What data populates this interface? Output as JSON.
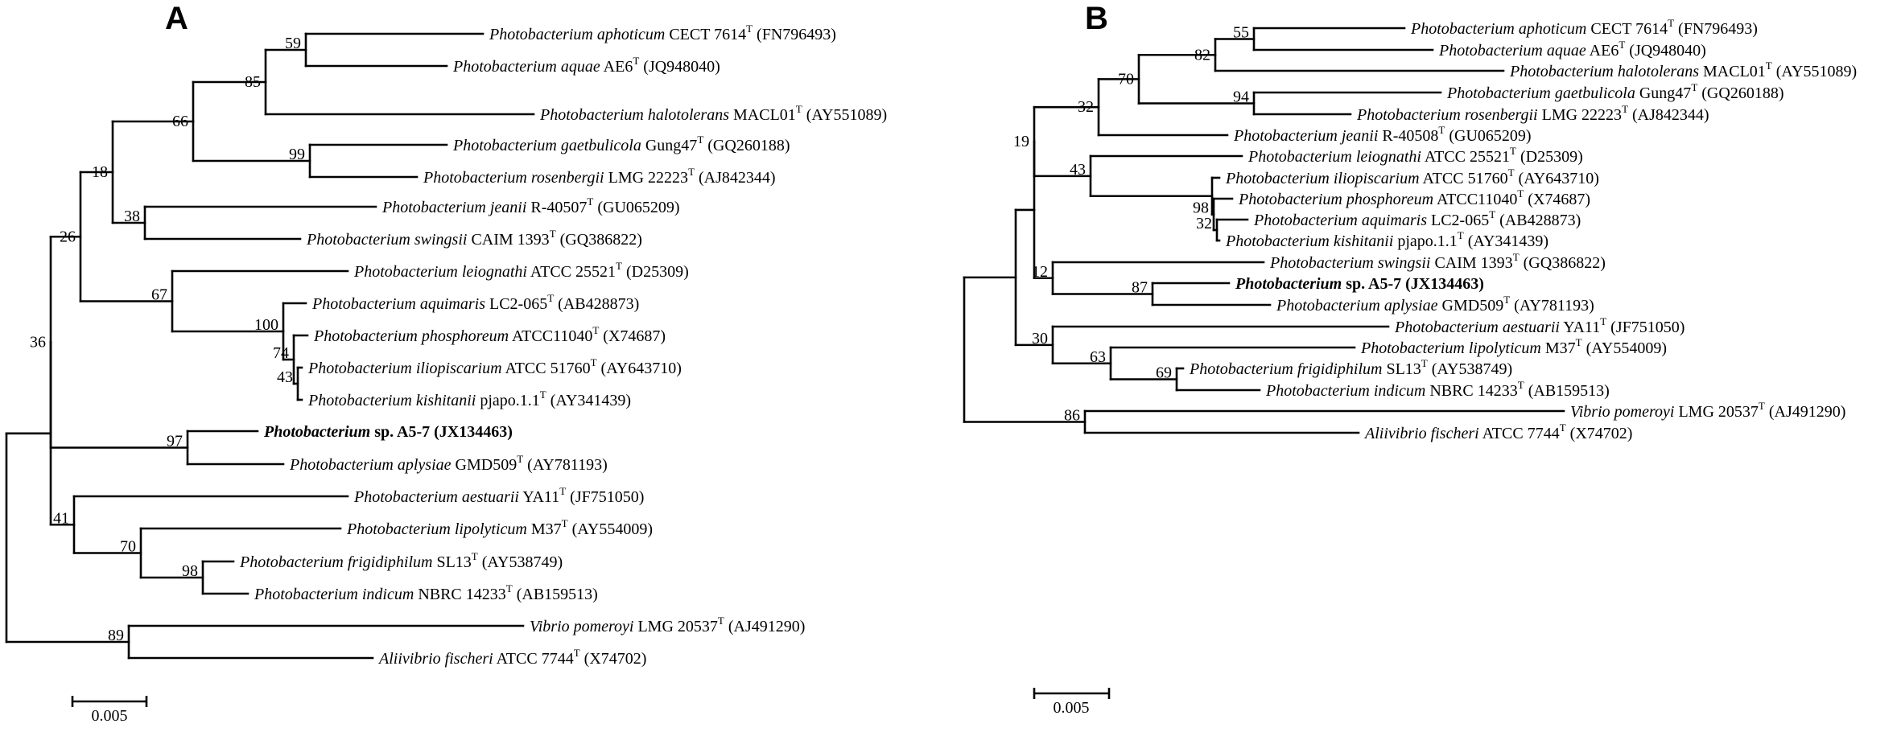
{
  "panels": [
    {
      "letter": "A",
      "scale_label": "0.005",
      "taxa": [
        {
          "genus": "Photobacterium",
          "species": "aphoticum",
          "strain": "CECT 7614",
          "acc": "(FN796493)"
        },
        {
          "genus": "Photobacterium",
          "species": "aquae",
          "strain": "AE6",
          "acc": "(JQ948040)"
        },
        {
          "genus": "Photobacterium",
          "species": "halotolerans",
          "strain": "MACL01",
          "acc": "(AY551089)"
        },
        {
          "genus": "Photobacterium",
          "species": "gaetbulicola",
          "strain": "Gung47",
          "acc": "(GQ260188)"
        },
        {
          "genus": "Photobacterium",
          "species": "rosenbergii",
          "strain": "LMG 22223",
          "acc": "(AJ842344)"
        },
        {
          "genus": "Photobacterium",
          "species": "jeanii",
          "strain": "R-40507",
          "acc": "(GU065209)"
        },
        {
          "genus": "Photobacterium",
          "species": "swingsii",
          "strain": "CAIM 1393",
          "acc": "(GQ386822)"
        },
        {
          "genus": "Photobacterium",
          "species": "leiognathi",
          "strain": "ATCC 25521",
          "acc": "(D25309)"
        },
        {
          "genus": "Photobacterium",
          "species": "aquimaris",
          "strain": "LC2-065",
          "acc": "(AB428873)"
        },
        {
          "genus": "Photobacterium",
          "species": "phosphoreum",
          "strain": "ATCC11040",
          "acc": "(X74687)"
        },
        {
          "genus": "Photobacterium",
          "species": "iliopiscarium",
          "strain": "ATCC 51760",
          "acc": "(AY643710)"
        },
        {
          "genus": "Photobacterium",
          "species": "kishitanii",
          "strain": "pjapo.1.1",
          "acc": "(AY341439)"
        },
        {
          "genus": "Photobacterium",
          "species": "",
          "strain": "sp. A5-7",
          "acc": "(JX134463)",
          "bold": true
        },
        {
          "genus": "Photobacterium",
          "species": "aplysiae",
          "strain": "GMD509",
          "acc": "(AY781193)"
        },
        {
          "genus": "Photobacterium",
          "species": "aestuarii",
          "strain": "YA11",
          "acc": "(JF751050)"
        },
        {
          "genus": "Photobacterium",
          "species": "lipolyticum",
          "strain": "M37",
          "acc": "(AY554009)"
        },
        {
          "genus": "Photobacterium",
          "species": "frigidiphilum",
          "strain": "SL13",
          "acc": "(AY538749)"
        },
        {
          "genus": "Photobacterium",
          "species": "indicum",
          "strain": "NBRC 14233",
          "acc": "(AB159513)"
        },
        {
          "genus": "Vibrio",
          "species": "pomeroyi",
          "strain": "LMG 20537",
          "acc": "(AJ491290)"
        },
        {
          "genus": "Aliivibrio",
          "species": "fischeri",
          "strain": "ATCC 7744",
          "acc": "(X74702)"
        }
      ],
      "bootstrap": [
        "59",
        "85",
        "66",
        "99",
        "18",
        "38",
        "26",
        "67",
        "100",
        "74",
        "43",
        "36",
        "97",
        "41",
        "70",
        "98",
        "89"
      ]
    },
    {
      "letter": "B",
      "scale_label": "0.005",
      "taxa": [
        {
          "genus": "Photobacterium",
          "species": "aphoticum",
          "strain": "CECT 7614",
          "acc": "(FN796493)"
        },
        {
          "genus": "Photobacterium",
          "species": "aquae",
          "strain": "AE6",
          "acc": "(JQ948040)"
        },
        {
          "genus": "Photobacterium",
          "species": "halotolerans",
          "strain": "MACL01",
          "acc": "(AY551089)"
        },
        {
          "genus": "Photobacterium",
          "species": "gaetbulicola",
          "strain": "Gung47",
          "acc": "(GQ260188)"
        },
        {
          "genus": "Photobacterium",
          "species": "rosenbergii",
          "strain": "LMG 22223",
          "acc": "(AJ842344)"
        },
        {
          "genus": "Photobacterium",
          "species": "jeanii",
          "strain": "R-40508",
          "acc": "(GU065209)"
        },
        {
          "genus": "Photobacterium",
          "species": "leiognathi",
          "strain": "ATCC 25521",
          "acc": "(D25309)"
        },
        {
          "genus": "Photobacterium",
          "species": "iliopiscarium",
          "strain": "ATCC 51760",
          "acc": "(AY643710)"
        },
        {
          "genus": "Photobacterium",
          "species": "phosphoreum",
          "strain": "ATCC11040",
          "acc": "(X74687)"
        },
        {
          "genus": "Photobacterium",
          "species": "aquimaris",
          "strain": "LC2-065",
          "acc": "(AB428873)"
        },
        {
          "genus": "Photobacterium",
          "species": "kishitanii",
          "strain": "pjapo.1.1",
          "acc": "(AY341439)"
        },
        {
          "genus": "Photobacterium",
          "species": "swingsii",
          "strain": "CAIM 1393",
          "acc": "(GQ386822)"
        },
        {
          "genus": "Photobacterium",
          "species": "",
          "strain": "sp. A5-7",
          "acc": "(JX134463)",
          "bold": true
        },
        {
          "genus": "Photobacterium",
          "species": "aplysiae",
          "strain": "GMD509",
          "acc": "(AY781193)"
        },
        {
          "genus": "Photobacterium",
          "species": "aestuarii",
          "strain": "YA11",
          "acc": "(JF751050)"
        },
        {
          "genus": "Photobacterium",
          "species": "lipolyticum",
          "strain": "M37",
          "acc": "(AY554009)"
        },
        {
          "genus": "Photobacterium",
          "species": "frigidiphilum",
          "strain": "SL13",
          "acc": "(AY538749)"
        },
        {
          "genus": "Photobacterium",
          "species": "indicum",
          "strain": "NBRC 14233",
          "acc": "(AB159513)"
        },
        {
          "genus": "Vibrio",
          "species": "pomeroyi",
          "strain": "LMG 20537",
          "acc": "(AJ491290)"
        },
        {
          "genus": "Aliivibrio",
          "species": "fischeri",
          "strain": "ATCC 7744",
          "acc": "(X74702)"
        }
      ],
      "bootstrap": [
        "55",
        "82",
        "70",
        "94",
        "32",
        "43",
        "98",
        "32",
        "19",
        "12",
        "87",
        "30",
        "63",
        "69",
        "86"
      ]
    }
  ]
}
